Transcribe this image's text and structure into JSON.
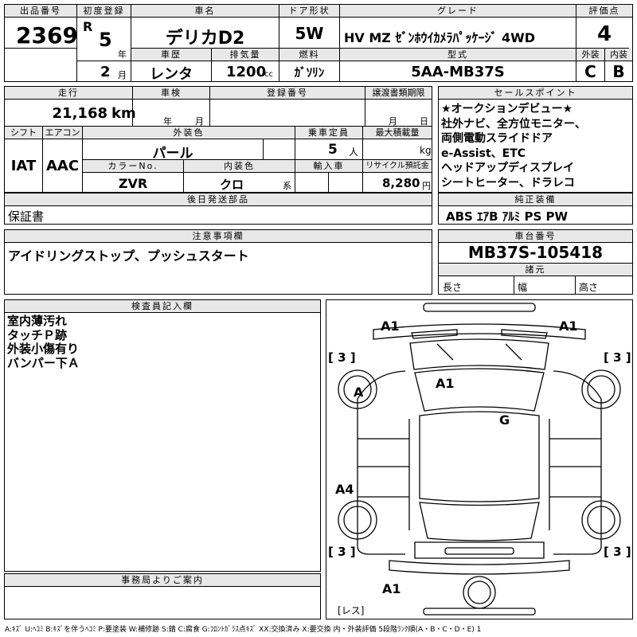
{
  "header": {
    "lot_label": "出品番号",
    "lot_no": "2369",
    "first_reg_label": "初度登録",
    "era": "R",
    "year": "5",
    "year_unit": "年",
    "month": "2",
    "month_unit": "月",
    "name_label": "車名",
    "name": "デリカD2",
    "history_label": "車歴",
    "history": "レンタ",
    "doors_label": "ドア形状",
    "doors": "5W",
    "displacement_label": "排気量",
    "displacement": "1200",
    "displacement_unit": "cc",
    "grade_label": "グレード",
    "grade": "HV MZ ｾﾞﾝﾎｳｲｶﾒﾗﾊﾟｯｹｰｼﾞ 4WD",
    "fuel_label": "燃料",
    "fuel": "ｶﾞｿﾘﾝ",
    "model_label": "型式",
    "model": "5AA-MB37S",
    "score_label": "評価点",
    "score": "4",
    "ext_label": "外装",
    "int_label": "内装",
    "ext": "C",
    "int": "B"
  },
  "row2": {
    "mileage_label": "走行",
    "mileage": "21,168",
    "mileage_unit": "km",
    "inspection_label": "車検",
    "insp_year_unit": "年",
    "insp_month_unit": "月",
    "regno_label": "登録番号",
    "transfer_label": "譲渡書類期限",
    "transfer_month_unit": "月",
    "transfer_day_unit": "日",
    "shift_label": "シフト",
    "shift": "IAT",
    "ac_label": "エアコン",
    "ac": "AAC",
    "color_label": "外装色",
    "color": "パール",
    "capacity_label": "乗車定員",
    "capacity": "5",
    "capacity_unit": "人",
    "payload_label": "最大積載量",
    "payload_unit": "kg",
    "colorno_label": "カラーNo.",
    "colorno": "ZVR",
    "interior_label": "内装色",
    "interior": "クロ",
    "interior_unit": "系",
    "import_label": "輸入車",
    "recycle_label": "リサイクル預託金",
    "recycle": "8,280",
    "recycle_unit": "円",
    "later_label": "後日発送部品",
    "later": "保証書"
  },
  "sales": {
    "label": "セールスポイント",
    "lines": [
      "★オークションデビュー★",
      "社外ナビ、全方位モニター、",
      "両側電動スライドドア",
      "e-Assist、ETC",
      "ヘッドアップディスプレイ",
      "シートヒーター、ドラレコ"
    ]
  },
  "equipment": {
    "label": "純正装備",
    "items": "ABS ｴｱB ｱﾙﾐ PS PW"
  },
  "notes": {
    "label": "注意事項欄",
    "text": "アイドリングストップ、プッシュスタート"
  },
  "chassis": {
    "label": "車台番号",
    "value": "MB37S-105418",
    "spec_label": "諸元",
    "length": "長さ",
    "width": "幅",
    "height": "高さ"
  },
  "inspector": {
    "label": "検査員記入欄",
    "lines": [
      "室内薄汚れ",
      "タッチＰ跡",
      "外装小傷有り",
      "バンパー下Ａ"
    ]
  },
  "office": {
    "label": "事務局よりご案内"
  },
  "diagram": {
    "marks": {
      "fl": "A1",
      "fr": "A1",
      "hood": "A1",
      "roof": "G",
      "door_l": "A",
      "quarter_l": "A4",
      "rear_bumper": "A1"
    },
    "tires": {
      "fl": "3",
      "fr": "3",
      "rl": "3",
      "rr": "3",
      "spare": "レス"
    }
  },
  "footer": {
    "legend": "A:ｷｽﾞ U:ﾍｺﾐ B:ｷｽﾞを伴うﾍｺﾐ P:要塗装 W:補修跡 S:錆 C:腐食 G:ﾌﾛﾝﾄｶﾞﾗｽ点ｷｽﾞ XX:交換済み X:要交換 内・外装評価 5段階ﾗﾝｸ順(A・B・C・D・E) 1"
  }
}
